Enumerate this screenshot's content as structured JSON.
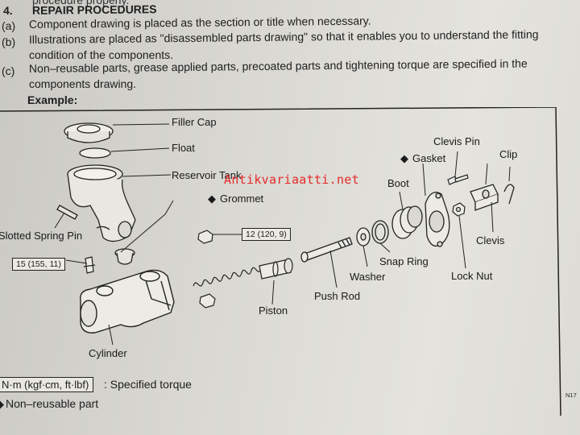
{
  "section": {
    "number": "4.",
    "title": "REPAIR PROCEDURES",
    "cut_line": "procedure properly."
  },
  "items": [
    {
      "marker": "(a)",
      "text": "Component drawing is placed as the section or title when necessary."
    },
    {
      "marker": "(b)",
      "text": "Illustrations are placed as \"disassembled parts drawing\" so that it enables you to understand the fitting",
      "continuation": "condition of the components."
    },
    {
      "marker": "(c)",
      "text": "Non–reusable parts, grease applied parts, precoated parts and tightening torque are specified in the",
      "continuation": "components drawing."
    }
  ],
  "example_label": "Example:",
  "diagram": {
    "labels": {
      "filler_cap": "Filler Cap",
      "float": "Float",
      "reservoir_tank": "Reservoir Tank",
      "grommet": "Grommet",
      "slotted_spring_pin": "Slotted Spring Pin",
      "piston": "Piston",
      "cylinder": "Cylinder",
      "push_rod": "Push Rod",
      "washer": "Washer",
      "snap_ring": "Snap Ring",
      "boot": "Boot",
      "gasket": "Gasket",
      "clevis_pin": "Clevis Pin",
      "clip": "Clip",
      "clevis": "Clevis",
      "lock_nut": "Lock Nut"
    },
    "torque_1": "12 (120, 9)",
    "torque_2": "15 (155, 11)",
    "code": "N17"
  },
  "legend": {
    "unit": "N·m (kgf·cm, ft·lbf)",
    "unit_text": ": Specified torque",
    "nonreusable_symbol": "◆",
    "nonreusable_text": "Non–reusable part"
  },
  "watermark": "Antikvariaatti.net"
}
